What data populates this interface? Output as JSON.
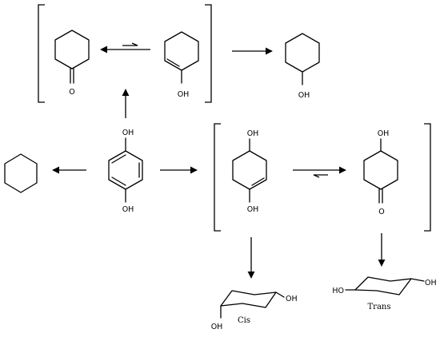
{
  "labels": {
    "o": "O",
    "oh": "OH",
    "ho": "HO",
    "cis": "Cis",
    "trans": "Trans"
  },
  "colors": {
    "ink": "#000000",
    "background": "#ffffff"
  }
}
